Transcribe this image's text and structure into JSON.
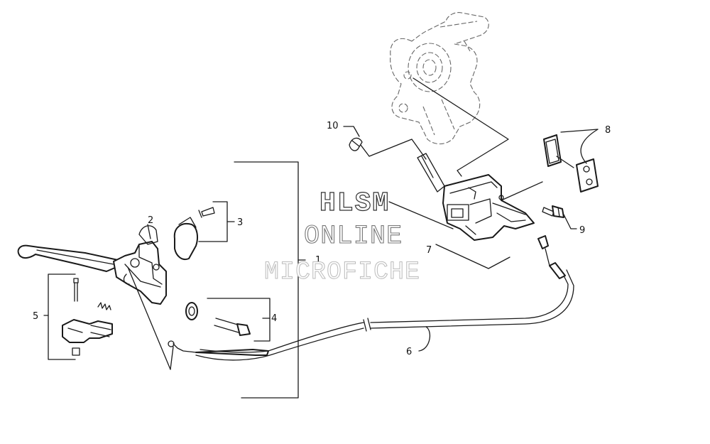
{
  "watermark": {
    "line1": "HLSM",
    "line2": "ONLINE",
    "line3": "MICROFICHE"
  },
  "callouts": {
    "c1": "1",
    "c2": "2",
    "c3": "3",
    "c4": "4",
    "c5": "5",
    "c6": "6",
    "c7": "7",
    "c8": "8",
    "c9": "9",
    "c10": "10"
  }
}
